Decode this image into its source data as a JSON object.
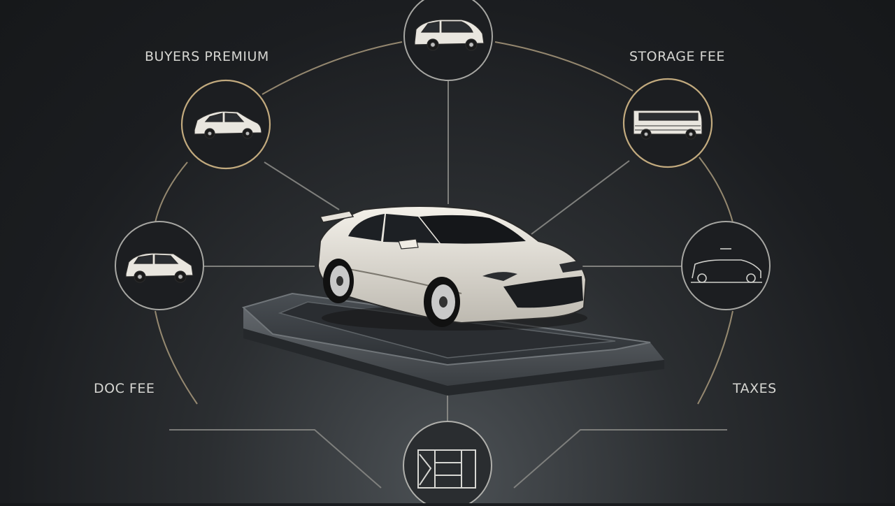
{
  "diagram": {
    "center": {
      "icon": "sedan-car-on-platform-icon"
    },
    "labels": {
      "buyers_premium": "BUYERS PREMIUM",
      "storage_fee": "STORAGE FEE",
      "doc_fee": "DOC FEE",
      "taxes": "TAXES"
    },
    "nodes": [
      {
        "id": "top",
        "icon": "hatchback-car-icon"
      },
      {
        "id": "upper-left",
        "icon": "sedan-car-icon"
      },
      {
        "id": "upper-right",
        "icon": "van-icon"
      },
      {
        "id": "mid-left",
        "icon": "compact-car-icon"
      },
      {
        "id": "mid-right",
        "icon": "car-outline-icon"
      },
      {
        "id": "bottom",
        "icon": "document-box-icon"
      }
    ],
    "colors": {
      "accent_ring": "#b8a27a",
      "ring_line": "#8f8f8b",
      "car_body": "#ece9e1",
      "background": "#1b1d20"
    }
  }
}
